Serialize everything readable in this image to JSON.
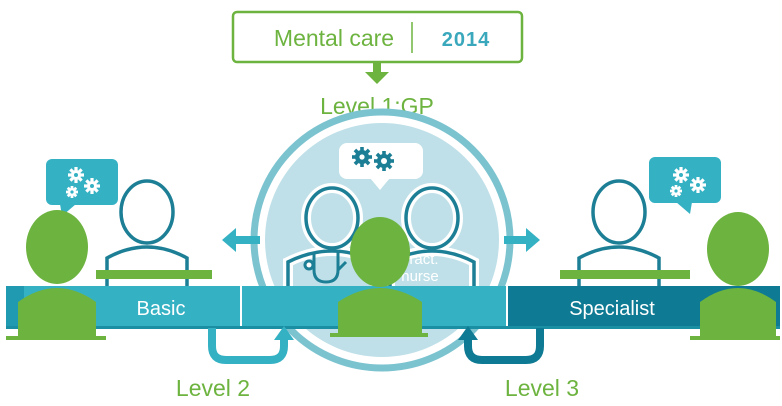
{
  "header": {
    "title": "Mental care",
    "year": "2014"
  },
  "levels": {
    "level1": "Level 1:GP",
    "level2": "Level 2",
    "level3": "Level 3"
  },
  "desks": {
    "basic": "Basic",
    "specialist": "Specialist"
  },
  "gp": {
    "nurse_line1": "Pract.",
    "nurse_line2": "nurse"
  },
  "icons": {
    "bubble": "gears-icon",
    "arrows": "arrow-icon"
  },
  "colors": {
    "green": "#6db33f",
    "light_teal": "#35b1c4",
    "dark_teal": "#0e7a93",
    "pale_teal": "#b8dde5",
    "outline": "#1d7f95"
  }
}
